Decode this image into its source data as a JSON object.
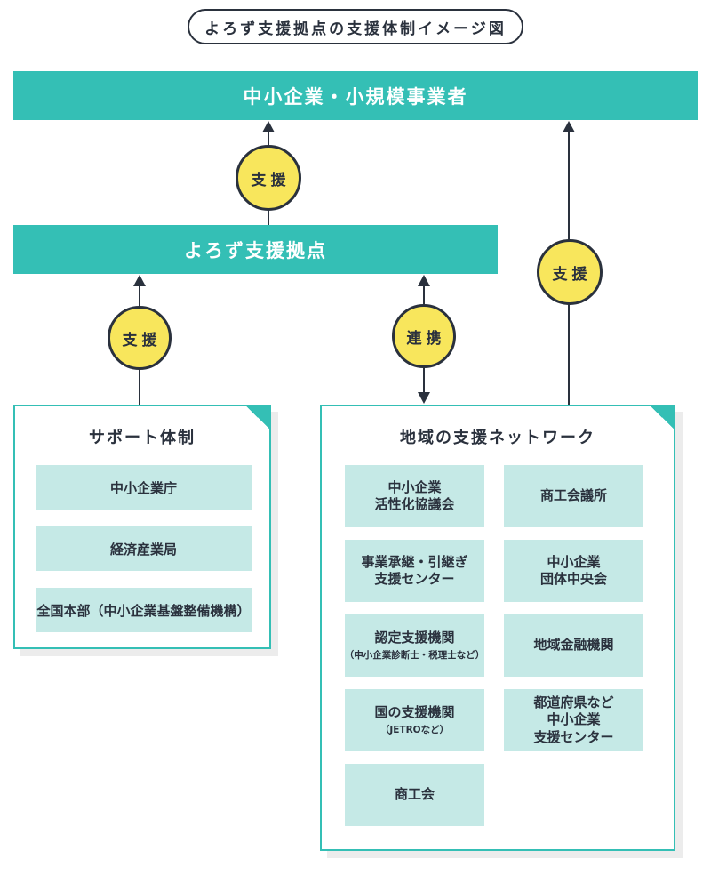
{
  "title": "よろず支援拠点の支援体制イメージ図",
  "colors": {
    "teal": "#34bfb5",
    "light_teal": "#c5e9e6",
    "yellow": "#f8e65c",
    "ink": "#2a313d",
    "shadow": "#ececec"
  },
  "top_banner": {
    "label": "中小企業・小規模事業者"
  },
  "hub_banner": {
    "label": "よろず支援拠点"
  },
  "connectors": {
    "hub_to_sme": {
      "label": "支援"
    },
    "support_to_hub": {
      "label": "支援"
    },
    "network_with_hub": {
      "label": "連携"
    },
    "network_to_sme": {
      "label": "支援"
    }
  },
  "support_card": {
    "title": "サポート体制",
    "items": [
      "中小企業庁",
      "経済産業局",
      "全国本部（中小企業基盤整備機構）"
    ]
  },
  "network_card": {
    "title": "地域の支援ネットワーク",
    "items": [
      {
        "main": "中小企業\n活性化協議会"
      },
      {
        "main": "商工会議所"
      },
      {
        "main": "事業承継・引継ぎ\n支援センター"
      },
      {
        "main": "中小企業\n団体中央会"
      },
      {
        "main": "認定支援機関",
        "note": "（中小企業診断士・税理士など）"
      },
      {
        "main": "地域金融機関"
      },
      {
        "main": "国の支援機関",
        "note": "（JETROなど）"
      },
      {
        "main": "都道府県など\n中小企業\n支援センター"
      },
      {
        "main": "商工会"
      }
    ]
  }
}
